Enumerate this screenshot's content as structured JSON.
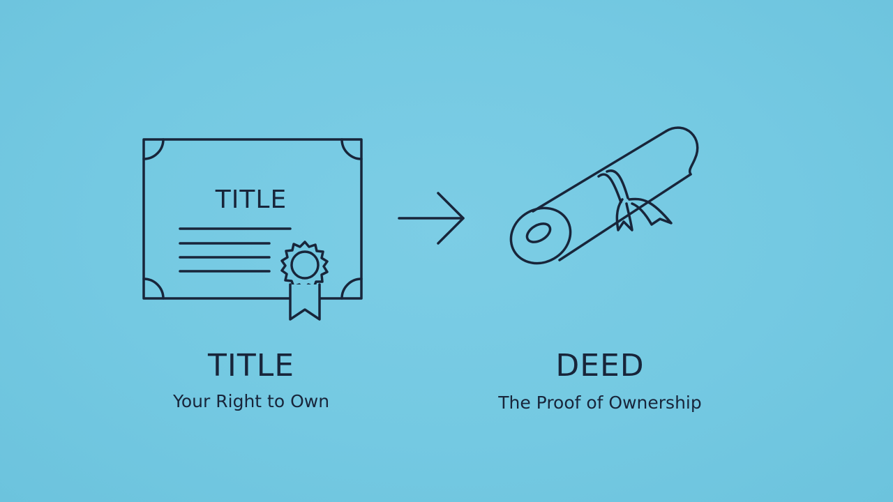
{
  "background_color": "#74c9e2",
  "ink_color": "#18253a",
  "left_item": {
    "icon": "certificate-icon",
    "certificate_text": "TITLE",
    "heading": "TITLE",
    "subtitle": "Your Right to Own"
  },
  "connector": {
    "icon": "arrow-right-icon"
  },
  "right_item": {
    "icon": "scroll-icon",
    "heading": "DEED",
    "subtitle": "The Proof of Ownership"
  }
}
